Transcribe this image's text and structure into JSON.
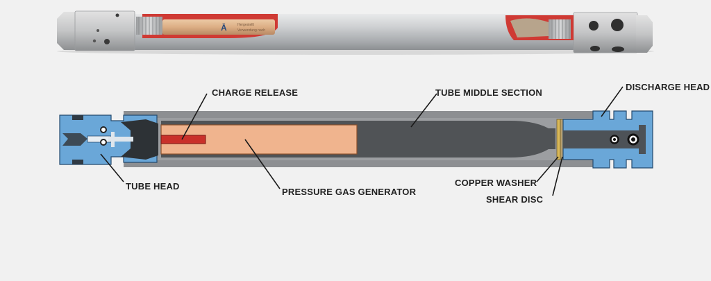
{
  "labels": {
    "charge_release": "CHARGE RELEASE",
    "tube_middle_section": "TUBE MIDDLE SECTION",
    "discharge_head": "DISCHARGE HEAD",
    "tube_head": "TUBE HEAD",
    "pressure_gas_generator": "PRESSURE GAS GENERATOR",
    "copper_washer": "COPPER WASHER",
    "shear_disc": "SHEAR DISC"
  },
  "photo": {
    "cartridge_text_1": "Hergestellt",
    "cartridge_text_2": "Verwendung nach"
  },
  "colors": {
    "background": "#f1f1f1",
    "head_blue": "#6aa7d8",
    "tube_grey": "#8d8f92",
    "inner_dark": "#4f5255",
    "generator_orange": "#f0b48e",
    "charge_red": "#c9302a",
    "washer_brass": "#d8b85a"
  }
}
